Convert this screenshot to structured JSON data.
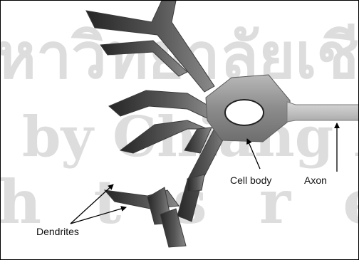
{
  "title": "",
  "watermark": {
    "lines": [
      "หาวิทยาลัยเชี",
      "by Chiang Mai",
      "h t s   r e s e"
    ],
    "color": "#dcdcdc"
  },
  "labels": {
    "cell_body": "Cell body",
    "axon": "Axon",
    "dendrites": "Dendrites"
  },
  "colors": {
    "neuron_dark": "#2e2e2e",
    "neuron_mid": "#7a7a7a",
    "neuron_light": "#c9c9c9",
    "arrow": "#000000",
    "border": "#000000"
  }
}
